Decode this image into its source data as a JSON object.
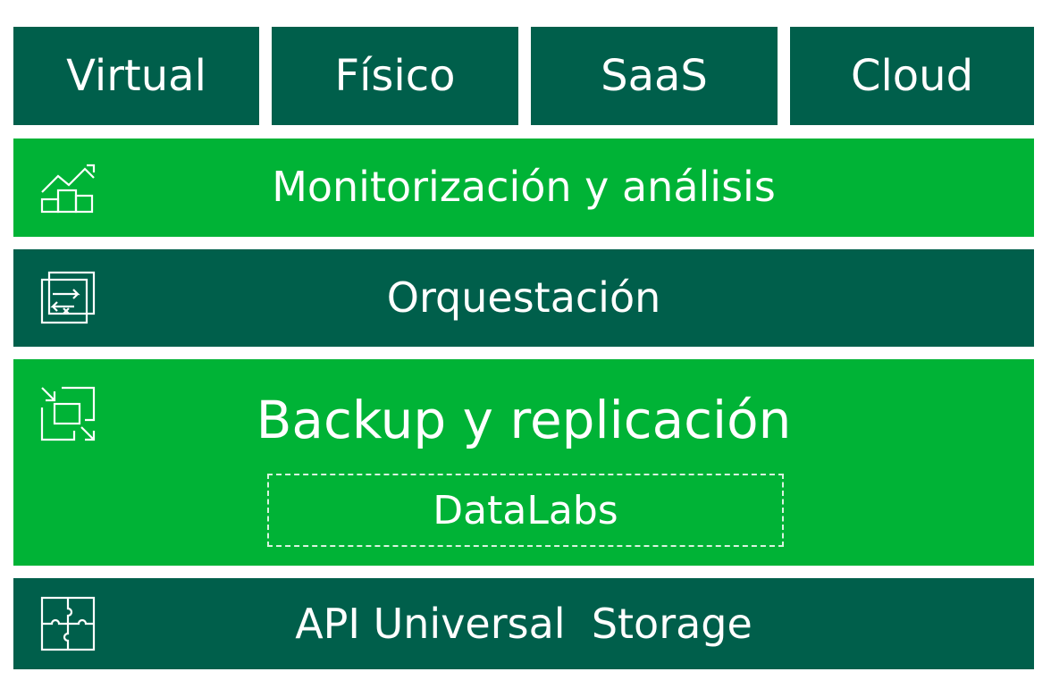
{
  "colors": {
    "dark_green": "#005f4b",
    "bright_green": "#00b336",
    "text": "#ffffff"
  },
  "top_row": [
    {
      "label": "Virtual"
    },
    {
      "label": "Físico"
    },
    {
      "label": "SaaS"
    },
    {
      "label": "Cloud"
    }
  ],
  "layers": {
    "monitoring": {
      "label": "Monitorización y análisis",
      "icon": "analytics-chart-icon"
    },
    "orchestration": {
      "label": "Orquestación",
      "icon": "orchestration-icon"
    },
    "backup": {
      "label": "Backup y replicación",
      "icon": "backup-replication-icon",
      "sub_label": "DataLabs"
    },
    "storage": {
      "label": "API Universal  Storage",
      "icon": "puzzle-icon"
    }
  }
}
